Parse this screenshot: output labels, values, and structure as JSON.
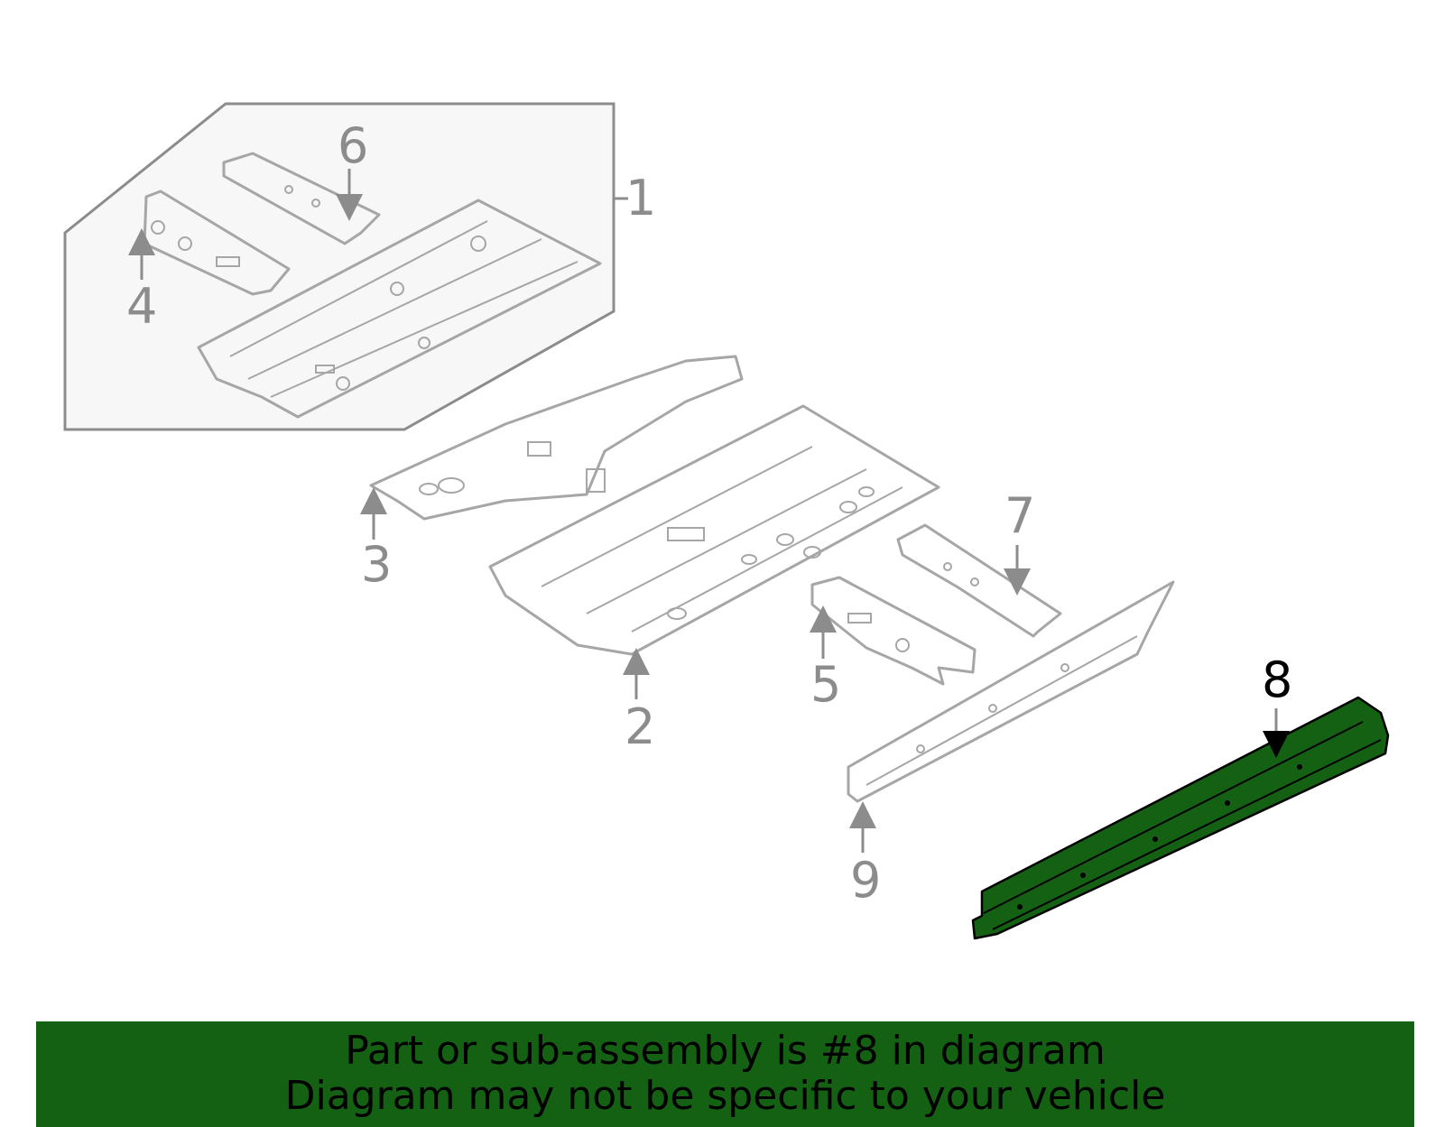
{
  "diagram": {
    "callouts": [
      "1",
      "2",
      "3",
      "4",
      "5",
      "6",
      "7",
      "8",
      "9"
    ],
    "highlighted_callout": "8",
    "highlight_color": "#146114",
    "line_color": "#a6a6a6",
    "label_color": "#8c8c8c"
  },
  "banner": {
    "line1": "Part or sub-assembly is #8 in diagram",
    "line2": "Diagram may not be specific to your vehicle",
    "background": "#146114"
  }
}
